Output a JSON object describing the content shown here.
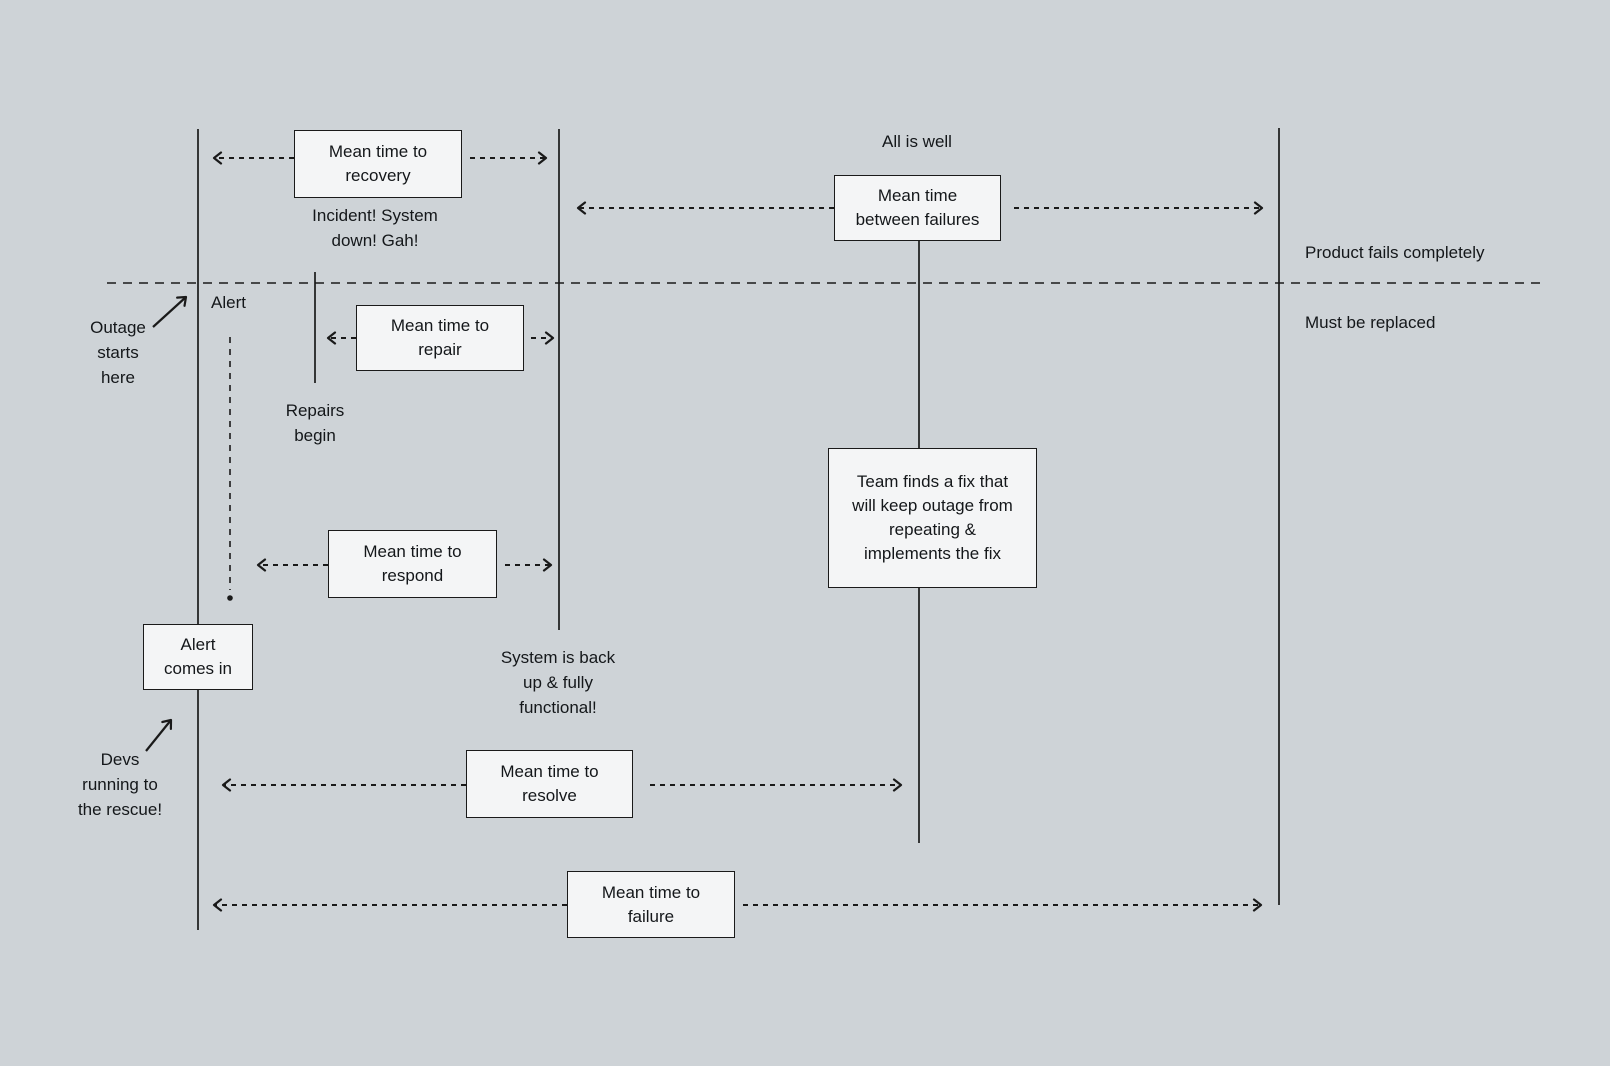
{
  "colors": {
    "background": "#ced3d7",
    "line": "#1a1a1a",
    "box_fill": "#f4f5f6",
    "text": "#14171a"
  },
  "boxes": {
    "recovery": {
      "label": "Mean time to\nrecovery"
    },
    "between_failures": {
      "label": "Mean time\nbetween failures"
    },
    "repair": {
      "label": "Mean time to\nrepair"
    },
    "respond": {
      "label": "Mean time to\nrespond"
    },
    "alert_comes_in": {
      "label": "Alert\ncomes in"
    },
    "team_fix": {
      "label": "Team finds a fix that\nwill keep outage from\nrepeating &\nimplements the fix"
    },
    "resolve": {
      "label": "Mean time to\nresolve"
    },
    "failure": {
      "label": "Mean time to\nfailure"
    }
  },
  "labels": {
    "all_is_well": "All is well",
    "incident": "Incident! System\ndown! Gah!",
    "product_fails": "Product fails completely",
    "must_be_replaced": "Must be replaced",
    "alert": "Alert",
    "outage_starts": "Outage\nstarts\nhere",
    "repairs_begin": "Repairs\nbegin",
    "system_back": "System is back\nup & fully\nfunctional!",
    "devs_rescue": "Devs\nrunning to\nthe rescue!"
  }
}
